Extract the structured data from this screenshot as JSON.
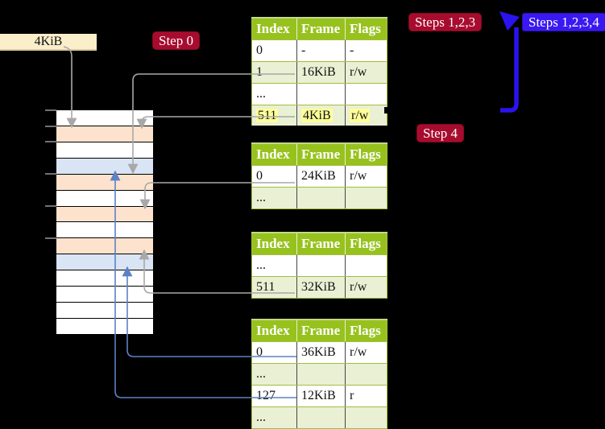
{
  "legend_box": {
    "label": "4KiB"
  },
  "badges": {
    "step0": {
      "label": "Step 0",
      "color": "#a70c2e"
    },
    "steps123": {
      "label": "Steps 1,2,3",
      "color": "#a70c2e"
    },
    "steps1234": {
      "label": "Steps 1,2,3,4",
      "color": "#3a18f2"
    },
    "step4": {
      "label": "Step 4",
      "color": "#a70c2e"
    }
  },
  "tables": [
    {
      "name": "page-table-top-level",
      "headers": [
        "Index",
        "Frame",
        "Flags"
      ],
      "rows": [
        {
          "index": "0",
          "frame": "-",
          "flags": "-"
        },
        {
          "index": "1",
          "frame": "16KiB",
          "flags": "r/w"
        },
        {
          "index": "...",
          "frame": "",
          "flags": ""
        },
        {
          "index": "511",
          "frame": "4KiB",
          "flags": "r/w",
          "highlight": true
        },
        {
          "index": "...",
          "frame": "",
          "flags": ""
        }
      ]
    },
    {
      "name": "page-table-mid-level",
      "headers": [
        "Index",
        "Frame",
        "Flags"
      ],
      "rows": [
        {
          "index": "0",
          "frame": "24KiB",
          "flags": "r/w"
        },
        {
          "index": "...",
          "frame": "",
          "flags": ""
        }
      ]
    },
    {
      "name": "page-table-third-level",
      "headers": [
        "Index",
        "Frame",
        "Flags"
      ],
      "rows": [
        {
          "index": "...",
          "frame": "",
          "flags": ""
        },
        {
          "index": "511",
          "frame": "32KiB",
          "flags": "r/w"
        }
      ]
    },
    {
      "name": "page-table-leaf-level",
      "headers": [
        "Index",
        "Frame",
        "Flags"
      ],
      "rows": [
        {
          "index": "0",
          "frame": "36KiB",
          "flags": "r/w"
        },
        {
          "index": "...",
          "frame": "",
          "flags": ""
        },
        {
          "index": "127",
          "frame": "12KiB",
          "flags": "r"
        },
        {
          "index": "...",
          "frame": "",
          "flags": ""
        }
      ]
    }
  ],
  "memory_strip": {
    "rows": [
      "white",
      "peach",
      "white",
      "blue",
      "peach",
      "white",
      "peach",
      "white",
      "peach",
      "blue",
      "white",
      "white",
      "white",
      "white"
    ],
    "row_colors": {
      "white": "#ffffff",
      "peach": "#fde3cd",
      "blue": "#d9e4f5"
    }
  },
  "colors": {
    "background": "#000000",
    "badge_red": "#a70c2e",
    "badge_blue": "#3a18f2",
    "table_header_green": "#97c21e",
    "table_row_green": "#eaf0d3",
    "table_border_green": "#a3bd3f",
    "highlight_yellow": "#ffff99",
    "connector_gray": "#a8a8a8",
    "connector_blue": "#5b82c4",
    "big_arrow_blue": "#2b13ee",
    "legend_cream": "#fbeeca"
  }
}
